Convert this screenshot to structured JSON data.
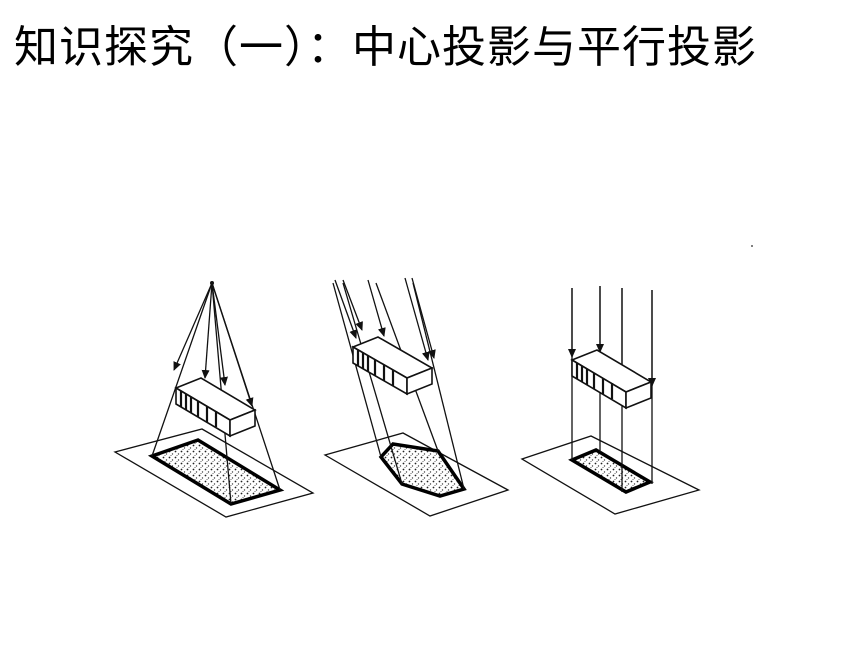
{
  "slide": {
    "title": "知识探究（一）：中心投影与平行投影"
  },
  "diagram": {
    "panels": [
      "central-projection",
      "oblique-parallel-projection",
      "orthogonal-parallel-projection"
    ],
    "colors": {
      "ink": "#111111",
      "background": "#ffffff"
    }
  }
}
